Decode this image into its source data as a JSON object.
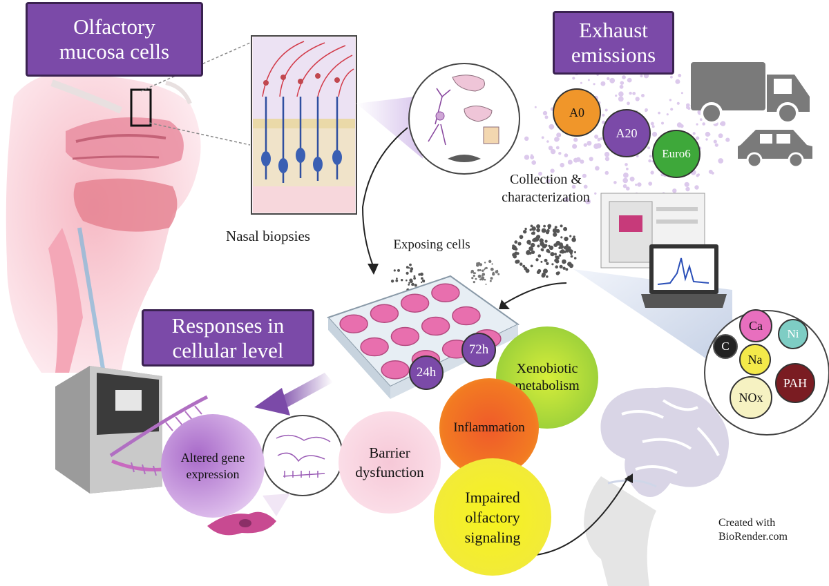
{
  "boxes": {
    "olfactory": "Olfactory\nmucosa cells",
    "exhaust": "Exhaust\nemissions",
    "responses": "Responses in\ncellular level"
  },
  "labels": {
    "nasal_biopsies": "Nasal biopsies",
    "collection": "Collection &\ncharacterization",
    "exposing": "Exposing cells",
    "credit": "Created with\nBioRender.com"
  },
  "emissions": {
    "a0": "A0",
    "a20": "A20",
    "euro6": "Euro6"
  },
  "times": {
    "h24": "24h",
    "h72": "72h"
  },
  "components": {
    "ca": "Ca",
    "ni": "Ni",
    "c": "C",
    "na": "Na",
    "pah": "PAH",
    "nox": "NOx"
  },
  "responses": {
    "xenobiotic": "Xenobiotic\nmetabolism",
    "inflammation": "Inflammation",
    "barrier": "Barrier\ndysfunction",
    "impaired": "Impaired\nolfactory\nsignaling",
    "altered": "Altered gene\nexpression"
  },
  "colors": {
    "box_purple": "#7b4aa8",
    "a0": "#f0962a",
    "a20": "#7b4aa8",
    "euro6": "#3ea83a",
    "pah": "#7a1c22",
    "pink": "#e86fae"
  }
}
